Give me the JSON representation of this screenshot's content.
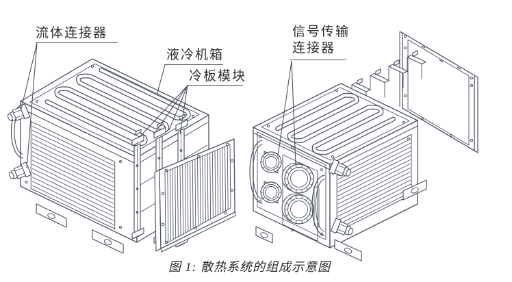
{
  "figure": {
    "type": "technical-diagram",
    "labels": {
      "fluid_connector": "流体连接器",
      "liquid_cooling_chassis": "液冷机箱",
      "cold_plate_module": "冷板模块",
      "signal_connector_line1": "信号传输",
      "signal_connector_line2": "连接器"
    },
    "caption": "图 1: 散热系统的组成示意图",
    "colors": {
      "line": "#4a5160",
      "text": "#2e2e31",
      "background": "#ffffff"
    }
  }
}
